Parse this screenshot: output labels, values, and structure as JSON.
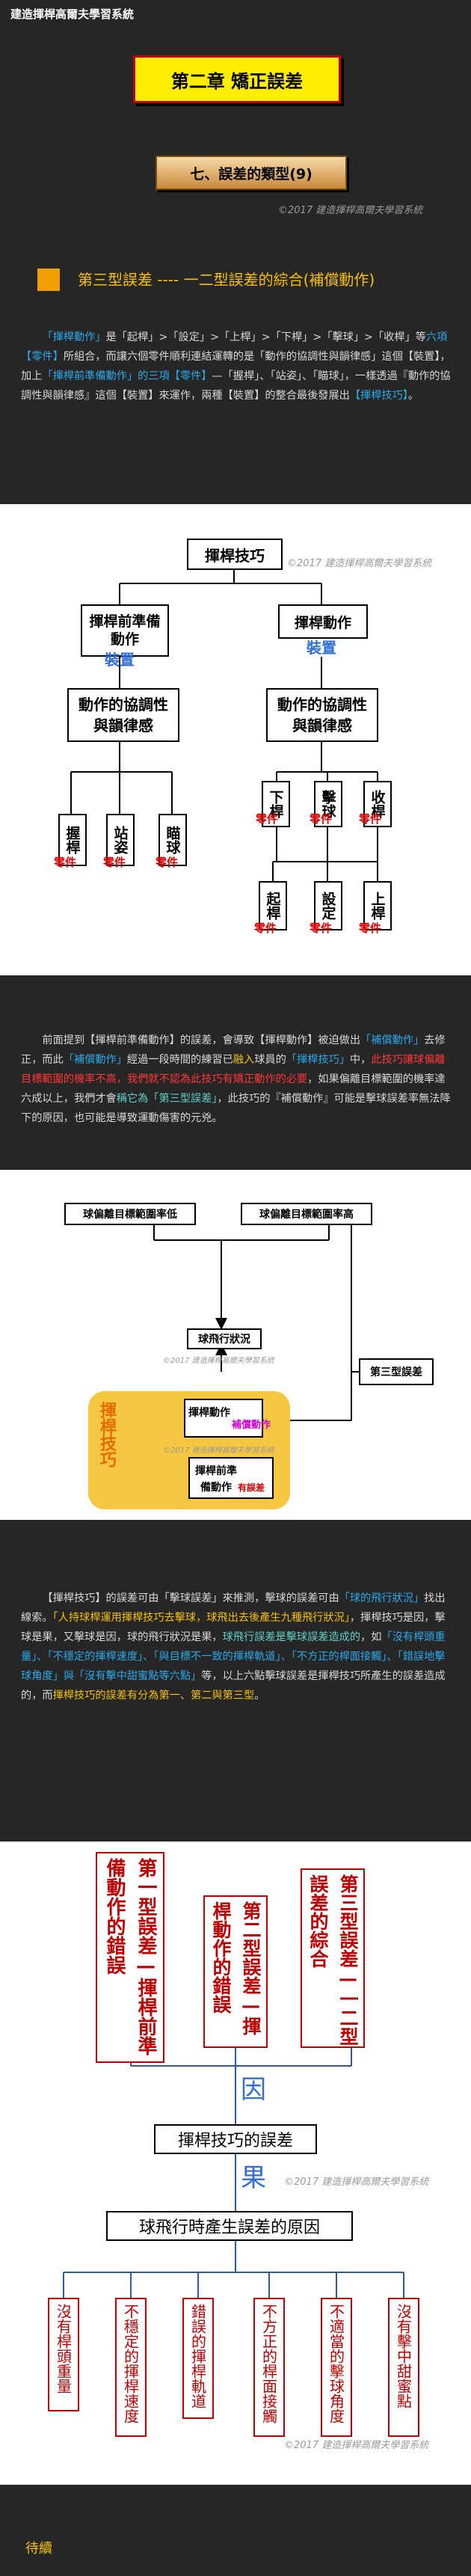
{
  "header": {
    "site_title": "建造揮桿高爾夫學習系統"
  },
  "chapter": {
    "title": "第二章  矯正誤差"
  },
  "section": {
    "title": "七、誤差的類型(9)"
  },
  "watermark": "©2017  建造揮桿高爾夫學習系統",
  "type3_heading": "第三型誤差 ---- 一二型誤差的綜合(補償動作)",
  "para1": {
    "s1": "「揮桿動作」",
    "s2": "是「起桿」>「設定」>「上桿」>「下桿」>「擊球」>「收桿」等",
    "s3": "六項【零件】",
    "s4": "所組合，而讓六個零件順利連結運轉的是「動作的協調性與韻律感」這個【裝置】，加上",
    "s5": "「揮桿前準備動作」",
    "s6": "的三項【零件】",
    "s7": "—「握桿」、「站姿」、「瞄球」，一樣透過『動作的協調性與韻律感』這個【裝置】來運作，兩種【裝置】的整合最後發展出",
    "s8": "【揮桿技巧】",
    "s9": "。"
  },
  "diagram1": {
    "top": "揮桿技巧",
    "left_parent": "揮桿前準備動作",
    "right_parent": "揮桿動作",
    "device": "裝置",
    "coord": "動作的協調性與韻律感",
    "part": "零件",
    "left_parts": [
      "握桿",
      "站姿",
      "瞄球"
    ],
    "right_parts_row1": [
      "下桿",
      "擊球",
      "收桿"
    ],
    "right_parts_row2": [
      "起桿",
      "設定",
      "上桿"
    ]
  },
  "para2": {
    "s1": "前面提到【揮桿前準備動作】的誤差，會導致【揮桿動作】被迫做出",
    "s2": "「補償動作」",
    "s3": "去修正，而此",
    "s4": "「補償動作」",
    "s5": "經過一段時間的練習已",
    "s6": "融入",
    "s7": "球員的",
    "s8": "「揮桿技巧」",
    "s9": "中，",
    "s10": "此技巧讓球偏離目標範圍的機率不高，我們就不認為此技巧有矯正動作的必要",
    "s11": "，如果偏離目標範圍的機率達六成以上，我們才會",
    "s12": "稱它為「第三型誤差」",
    "s13": "，此技巧的『補償動作』可能是擊球誤差率無法降下的原因，也可能是導致運動傷害的元兇。"
  },
  "diagram2": {
    "low": "球偏離目標範圍率低",
    "high": "球偏離目標範圍率高",
    "flight": "球飛行狀況",
    "type3": "第三型誤差",
    "skill": "揮桿技巧",
    "swing": "揮桿動作",
    "comp": "補償動作",
    "prep": "揮桿前準備動作",
    "error": "有誤差"
  },
  "para3": {
    "s1": "【揮桿技巧】的誤差可由「擊球誤差」來推測，擊球的誤差可由",
    "s2": "「球的飛行狀況」",
    "s3": "找出線索。",
    "s4": "「人持球桿運用揮桿技巧去擊球，球飛出去後產生九種飛行狀況」",
    "s5": "，揮桿技巧是因，擊球是果，又擊球是因，球的飛行狀況是果，",
    "s6": "球飛行誤差是擊球誤差造成的",
    "s7": "，如",
    "s8": "「沒有桿頭重量」、「不穩定的揮桿速度」、「與目標不一致的揮桿軌道」、「不方正的桿面接觸」、「錯誤地擊球角度」與「沒有擊中甜蜜點等六點」",
    "s9": "等，以上六點擊球誤差是揮桿技巧所產生的誤差造成的，而",
    "s10": "揮桿技巧的誤差有分為第一、第二與第三型",
    "s11": "。"
  },
  "diagram3": {
    "types": [
      "第一型誤差—揮桿前準備動作的錯誤",
      "第二型誤差—揮桿動作的錯誤",
      "第三型誤差—一二型誤差的綜合"
    ],
    "cause": "因",
    "skill_error": "揮桿技巧的誤差",
    "effect": "果",
    "flight_cause": "球飛行時產生誤差的原因",
    "reasons": [
      "沒有桿頭重量",
      "不穩定的揮桿速度",
      "錯誤的揮桿軌道",
      "不方正的桿面接觸",
      "不適當的擊球角度",
      "沒有擊中甜蜜點"
    ]
  },
  "footer": {
    "text": "待續"
  }
}
